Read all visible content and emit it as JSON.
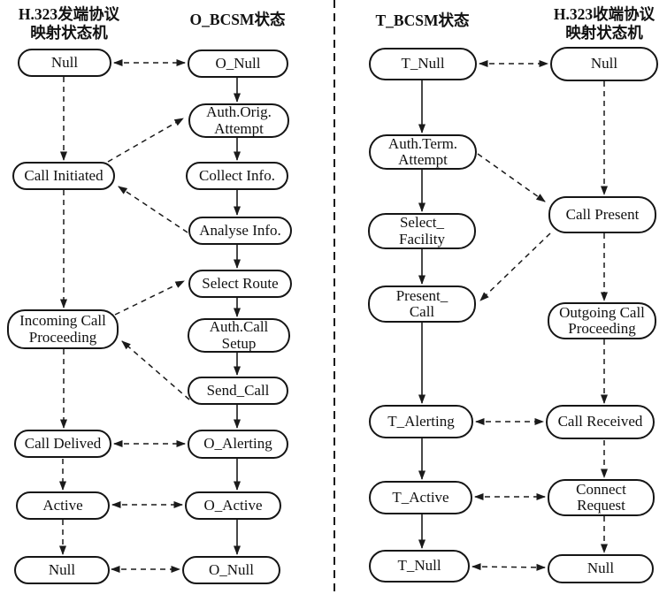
{
  "diagram": {
    "background_color": "#ffffff",
    "line_color": "#1a1a1a",
    "columns": {
      "h323_orig": {
        "header": "H.323发端协议\n映射状态机",
        "states": [
          "Null",
          "Call Initiated",
          "Incoming Call\nProceeding",
          "Call Delived",
          "Active",
          "Null"
        ]
      },
      "o_bcsm": {
        "header": "O_BCSM状态",
        "states": [
          "O_Null",
          "Auth.Orig.\nAttempt",
          "Collect Info.",
          "Analyse Info.",
          "Select Route",
          "Auth.Call\nSetup",
          "Send_Call",
          "O_Alerting",
          "O_Active",
          "O_Null"
        ]
      },
      "t_bcsm": {
        "header": "T_BCSM状态",
        "states": [
          "T_Null",
          "Auth.Term.\nAttempt",
          "Select_\nFacility",
          "Present_\nCall",
          "T_Alerting",
          "T_Active",
          "T_Null"
        ]
      },
      "h323_term": {
        "header": "H.323收端协议\n映射状态机",
        "states": [
          "Null",
          "Call Present",
          "Outgoing Call\nProceeding",
          "Call Received",
          "Connect\nRequest",
          "Null"
        ]
      }
    }
  }
}
